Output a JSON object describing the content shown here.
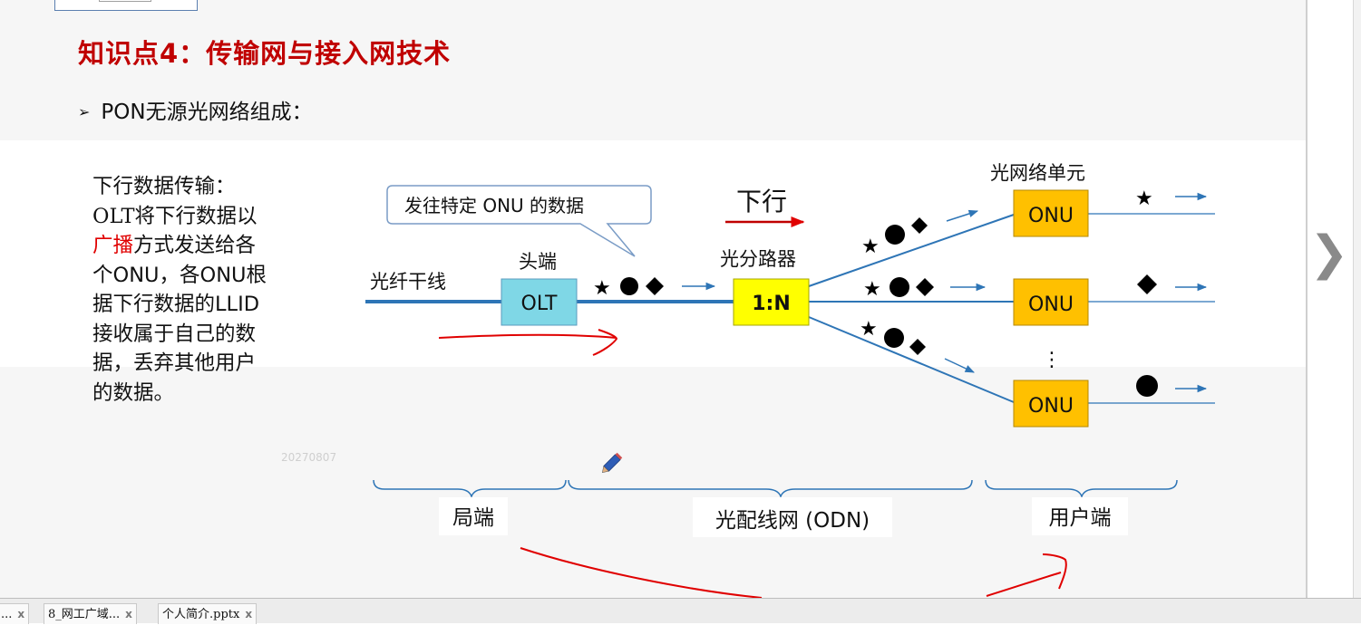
{
  "slide": {
    "title": "知识点4：传输网与接入网技术",
    "bullet": "PON无源光网络组成：",
    "description": {
      "line1": "下行数据传输：",
      "line2": "OLT将下行数据以",
      "highlight": "广播",
      "line3_rest": "方式发送给各",
      "line4": "个ONU，各ONU根",
      "line5": "据下行数据的LLID",
      "line6": "接收属于自己的数",
      "line7": "据，丢弃其他用户",
      "line8": "的数据。"
    }
  },
  "diagram": {
    "callout": "发往特定 ONU 的数据",
    "direction_label": "下行",
    "fiber_label": "光纤干线",
    "head_label": "头端",
    "olt": "OLT",
    "splitter_label": "光分路器",
    "splitter": "1:N",
    "onu_group_label": "光网络单元",
    "onu": [
      "ONU",
      "ONU",
      "ONU"
    ],
    "ellipsis": "⋮",
    "watermark": "20270807",
    "segments": {
      "central": "局端",
      "odn": "光配线网 (ODN)",
      "user": "用户端"
    }
  },
  "colors": {
    "title": "#c00000",
    "fiber": "#2e75b6",
    "olt_fill": "#7fd7e6",
    "splitter_fill": "#ffff00",
    "onu_fill": "#ffc000",
    "annotation_red": "#e00000"
  },
  "icons": [
    "pencil-icon",
    "chevron-right-icon",
    "close-icon"
  ],
  "taskbar": {
    "tabs": [
      {
        "label": "...",
        "close": "x"
      },
      {
        "label": "8_网工广域...",
        "close": "x"
      },
      {
        "label": "个人简介.pptx",
        "close": "x"
      }
    ]
  }
}
